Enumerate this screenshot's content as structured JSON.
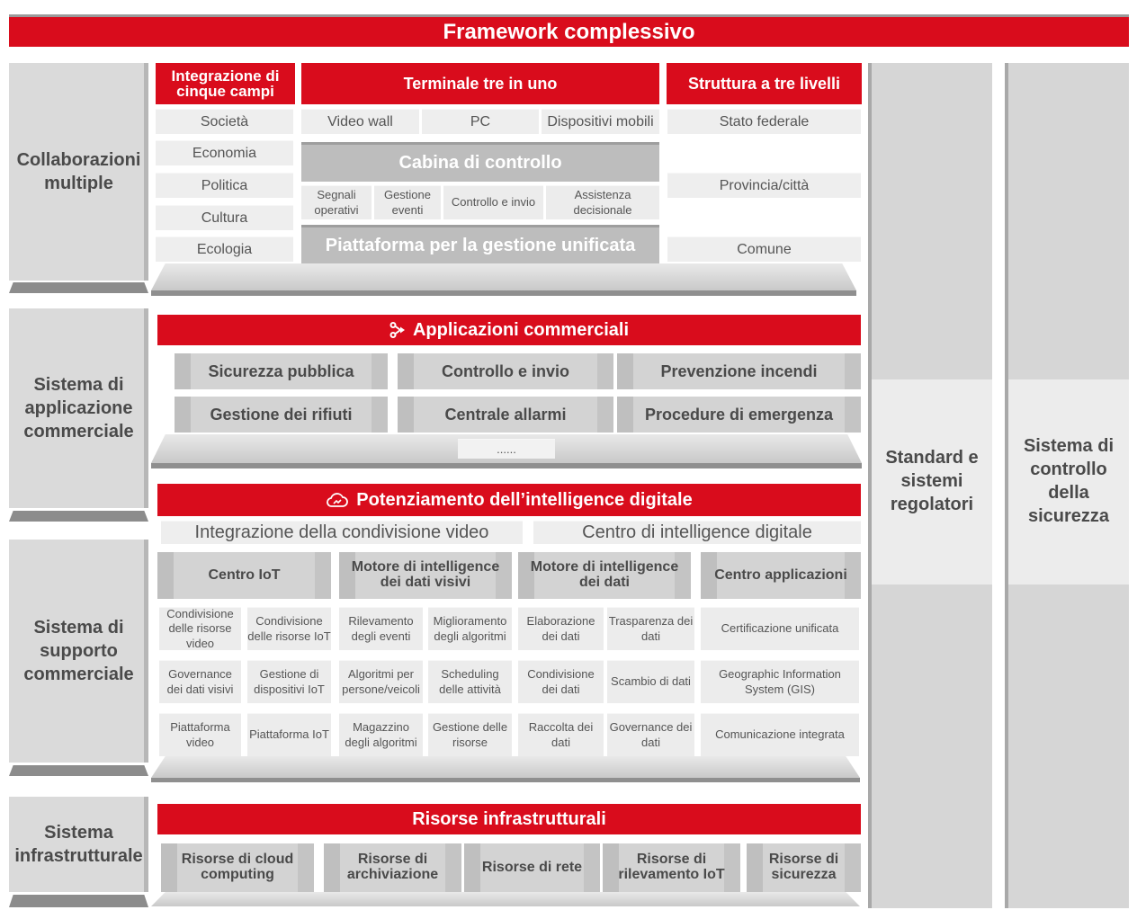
{
  "title": "Framework complessivo",
  "colors": {
    "red": "#d90c1c",
    "grey": "#d3d3d3",
    "light": "#eeeeee"
  },
  "left_categories": {
    "collab": "Collaborazioni multiple",
    "app": "Sistema di applicazione commerciale",
    "support": "Sistema di supporto commerciale",
    "infra": "Sistema infrastrutturale"
  },
  "right_columns": {
    "standards": "Standard e sistemi regolatori",
    "security": "Sistema di controllo della sicurezza"
  },
  "collab": {
    "fields_header": "Integrazione di cinque campi",
    "fields": [
      "Società",
      "Economia",
      "Politica",
      "Cultura",
      "Ecologia"
    ],
    "terminal_header": "Terminale tre in uno",
    "terminals": [
      "Video wall",
      "PC",
      "Dispositivi mobili"
    ],
    "cockpit": "Cabina di controllo",
    "cockpit_items": [
      "Segnali operativi",
      "Gestione eventi",
      "Controllo e invio",
      "Assistenza decisionale"
    ],
    "platform": "Piattaforma per la gestione unificata",
    "levels_header": "Struttura a tre livelli",
    "levels": [
      "Stato federale",
      "Provincia/città",
      "Comune"
    ]
  },
  "apps": {
    "header": "Applicazioni commerciali",
    "header_icon": "share-icon",
    "items": [
      "Sicurezza pubblica",
      "Controllo e invio",
      "Prevenzione incendi",
      "Gestione dei rifiuti",
      "Centrale allarmi",
      "Procedure di emergenza"
    ],
    "more": "......"
  },
  "support": {
    "header": "Potenziamento dell’intelligence digitale",
    "header_icon": "cloud-icon",
    "sub": [
      "Integrazione della condivisione video",
      "Centro di intelligence digitale"
    ],
    "modules": [
      "Centro IoT",
      "Motore di intelligence dei dati visivi",
      "Motore di intelligence dei dati",
      "Centro applicazioni"
    ],
    "grid": [
      [
        "Condivisione delle risorse video",
        "Condivisione delle risorse IoT",
        "Rilevamento degli eventi",
        "Miglioramento degli algoritmi",
        "Elaborazione dei dati",
        "Trasparenza dei dati",
        "Certificazione unificata"
      ],
      [
        "Governance dei dati visivi",
        "Gestione di dispositivi IoT",
        "Algoritmi per persone/veicoli",
        "Scheduling delle attività",
        "Condivisione dei dati",
        "Scambio di dati",
        "Geographic Information System (GIS)"
      ],
      [
        "Piattaforma video",
        "Piattaforma IoT",
        "Magazzino degli algoritmi",
        "Gestione delle risorse",
        "Raccolta dei dati",
        "Governance dei dati",
        "Comunicazione integrata"
      ]
    ]
  },
  "infra": {
    "header": "Risorse infrastrutturali",
    "items": [
      "Risorse di cloud computing",
      "Risorse di archiviazione",
      "Risorse di rete",
      "Risorse di rilevamento IoT",
      "Risorse di sicurezza"
    ]
  }
}
